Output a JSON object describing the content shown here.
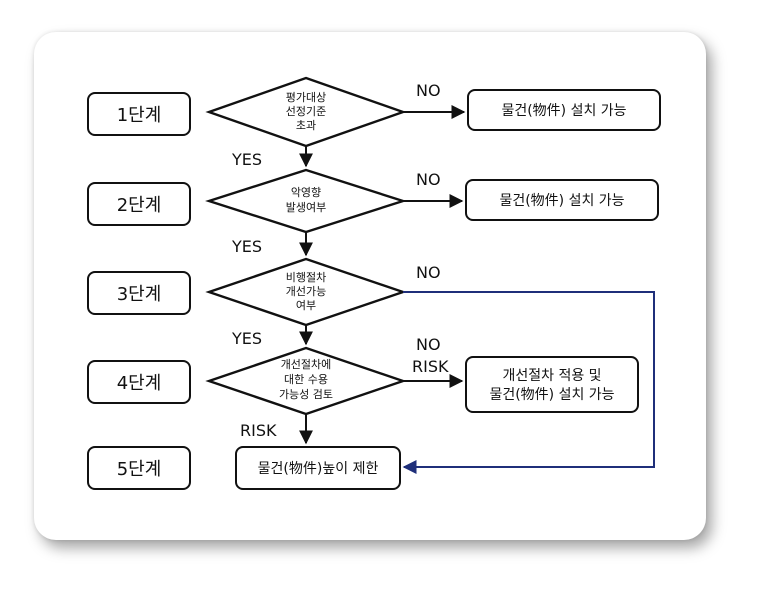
{
  "stages": [
    "1단계",
    "2단계",
    "3단계",
    "4단계",
    "5단계"
  ],
  "decisions": [
    [
      "평가대상",
      "선정기준",
      "초과"
    ],
    [
      "악영향",
      "발생여부"
    ],
    [
      "비행절차",
      "개선가능",
      "여부"
    ],
    [
      "개선절차에",
      "대한 수용",
      "가능성 검토"
    ]
  ],
  "outcomes": {
    "install_1": "물건(物件) 설치 가능",
    "install_2": "물건(物件) 설치 가능",
    "improve_install": [
      "개선절차 적용 및",
      "물건(物件) 설치 가능"
    ],
    "height_limit": "물건(物件)높이 제한"
  },
  "labels": {
    "no_1": "NO",
    "no_2": "NO",
    "no_3": "NO",
    "no_4": "NO",
    "risk_4": "RISK",
    "yes_1": "YES",
    "yes_2": "YES",
    "yes_3": "YES",
    "risk_down": "RISK"
  },
  "colors": {
    "stroke": "#111111",
    "loop_arrow": "#1f2f7a"
  }
}
